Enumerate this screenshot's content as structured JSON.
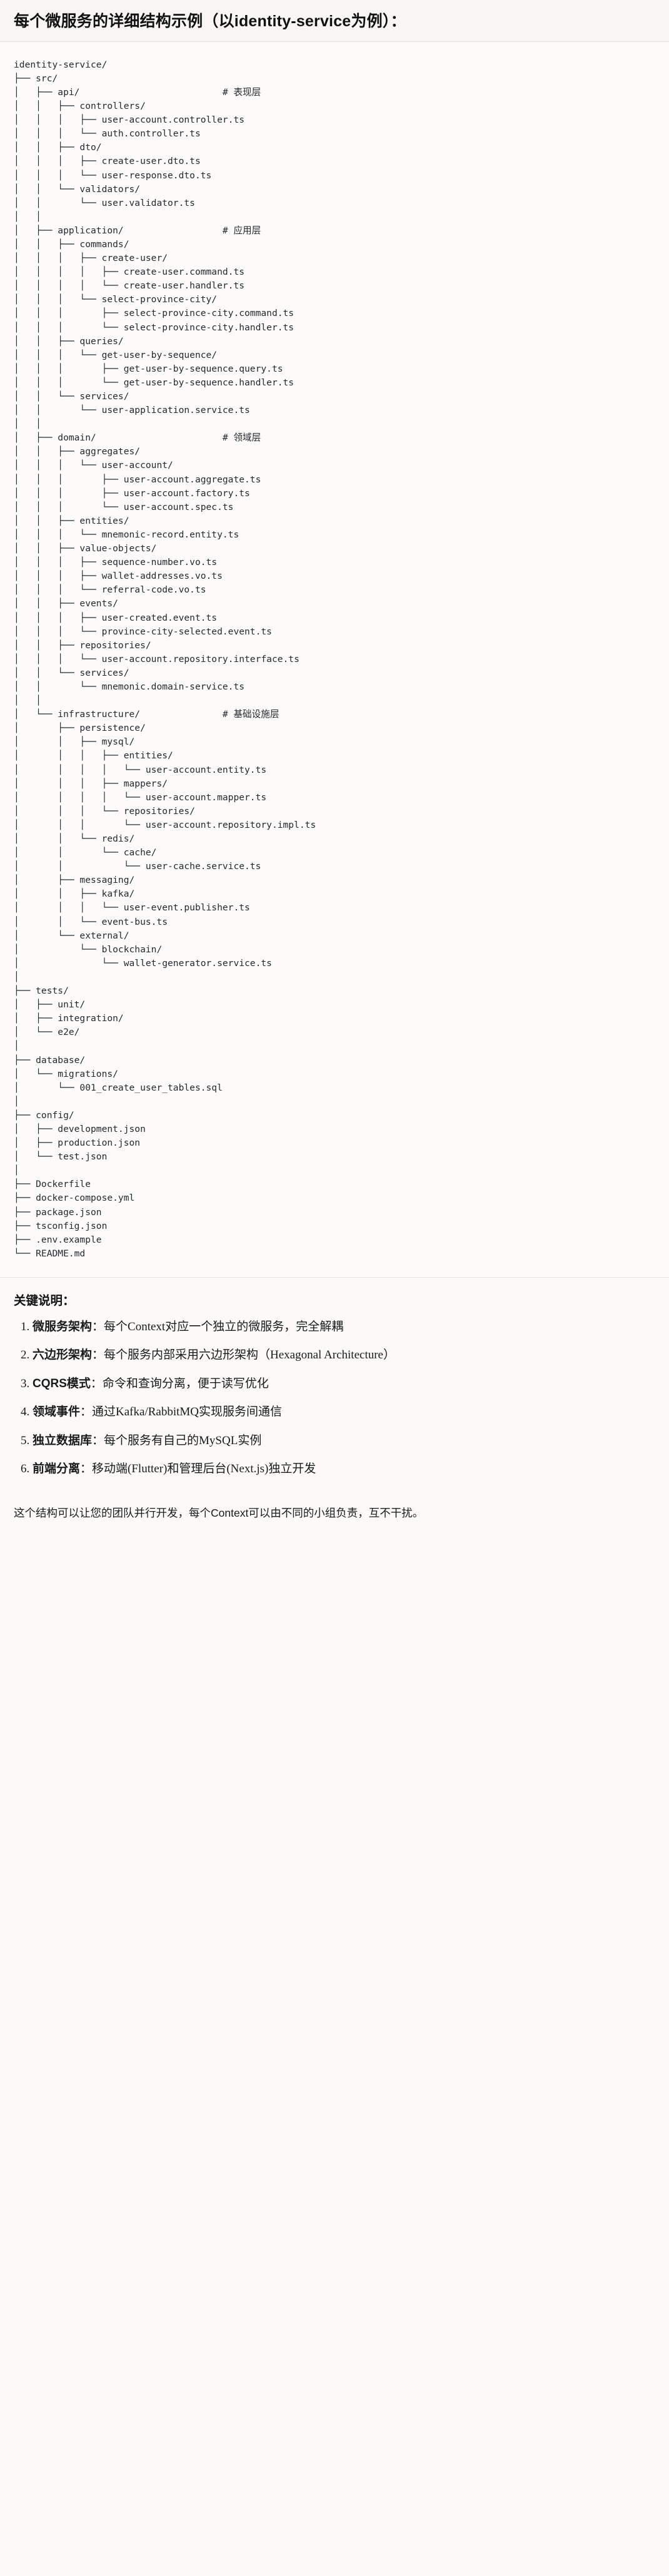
{
  "heading": "每个微服务的详细结构示例（以identity-service为例）：",
  "tree": {
    "root": "identity-service/",
    "lines": [
      {
        "prefix": "",
        "name": "identity-service/",
        "comment": ""
      },
      {
        "prefix": "├── ",
        "name": "src/",
        "comment": ""
      },
      {
        "prefix": "│   ├── ",
        "name": "api/",
        "comment": "# 表现层"
      },
      {
        "prefix": "│   │   ├── ",
        "name": "controllers/",
        "comment": ""
      },
      {
        "prefix": "│   │   │   ├── ",
        "name": "user-account.controller.ts",
        "comment": ""
      },
      {
        "prefix": "│   │   │   └── ",
        "name": "auth.controller.ts",
        "comment": ""
      },
      {
        "prefix": "│   │   ├── ",
        "name": "dto/",
        "comment": ""
      },
      {
        "prefix": "│   │   │   ├── ",
        "name": "create-user.dto.ts",
        "comment": ""
      },
      {
        "prefix": "│   │   │   └── ",
        "name": "user-response.dto.ts",
        "comment": ""
      },
      {
        "prefix": "│   │   └── ",
        "name": "validators/",
        "comment": ""
      },
      {
        "prefix": "│   │       └── ",
        "name": "user.validator.ts",
        "comment": ""
      },
      {
        "prefix": "│   │",
        "name": "",
        "comment": ""
      },
      {
        "prefix": "│   ├── ",
        "name": "application/",
        "comment": "# 应用层"
      },
      {
        "prefix": "│   │   ├── ",
        "name": "commands/",
        "comment": ""
      },
      {
        "prefix": "│   │   │   ├── ",
        "name": "create-user/",
        "comment": ""
      },
      {
        "prefix": "│   │   │   │   ├── ",
        "name": "create-user.command.ts",
        "comment": ""
      },
      {
        "prefix": "│   │   │   │   └── ",
        "name": "create-user.handler.ts",
        "comment": ""
      },
      {
        "prefix": "│   │   │   └── ",
        "name": "select-province-city/",
        "comment": ""
      },
      {
        "prefix": "│   │   │       ├── ",
        "name": "select-province-city.command.ts",
        "comment": ""
      },
      {
        "prefix": "│   │   │       └── ",
        "name": "select-province-city.handler.ts",
        "comment": ""
      },
      {
        "prefix": "│   │   ├── ",
        "name": "queries/",
        "comment": ""
      },
      {
        "prefix": "│   │   │   └── ",
        "name": "get-user-by-sequence/",
        "comment": ""
      },
      {
        "prefix": "│   │   │       ├── ",
        "name": "get-user-by-sequence.query.ts",
        "comment": ""
      },
      {
        "prefix": "│   │   │       └── ",
        "name": "get-user-by-sequence.handler.ts",
        "comment": ""
      },
      {
        "prefix": "│   │   └── ",
        "name": "services/",
        "comment": ""
      },
      {
        "prefix": "│   │       └── ",
        "name": "user-application.service.ts",
        "comment": ""
      },
      {
        "prefix": "│   │",
        "name": "",
        "comment": ""
      },
      {
        "prefix": "│   ├── ",
        "name": "domain/",
        "comment": "# 领域层"
      },
      {
        "prefix": "│   │   ├── ",
        "name": "aggregates/",
        "comment": ""
      },
      {
        "prefix": "│   │   │   └── ",
        "name": "user-account/",
        "comment": ""
      },
      {
        "prefix": "│   │   │       ├── ",
        "name": "user-account.aggregate.ts",
        "comment": ""
      },
      {
        "prefix": "│   │   │       ├── ",
        "name": "user-account.factory.ts",
        "comment": ""
      },
      {
        "prefix": "│   │   │       └── ",
        "name": "user-account.spec.ts",
        "comment": ""
      },
      {
        "prefix": "│   │   ├── ",
        "name": "entities/",
        "comment": ""
      },
      {
        "prefix": "│   │   │   └── ",
        "name": "mnemonic-record.entity.ts",
        "comment": ""
      },
      {
        "prefix": "│   │   ├── ",
        "name": "value-objects/",
        "comment": ""
      },
      {
        "prefix": "│   │   │   ├── ",
        "name": "sequence-number.vo.ts",
        "comment": ""
      },
      {
        "prefix": "│   │   │   ├── ",
        "name": "wallet-addresses.vo.ts",
        "comment": ""
      },
      {
        "prefix": "│   │   │   └── ",
        "name": "referral-code.vo.ts",
        "comment": ""
      },
      {
        "prefix": "│   │   ├── ",
        "name": "events/",
        "comment": ""
      },
      {
        "prefix": "│   │   │   ├── ",
        "name": "user-created.event.ts",
        "comment": ""
      },
      {
        "prefix": "│   │   │   └── ",
        "name": "province-city-selected.event.ts",
        "comment": ""
      },
      {
        "prefix": "│   │   ├── ",
        "name": "repositories/",
        "comment": ""
      },
      {
        "prefix": "│   │   │   └── ",
        "name": "user-account.repository.interface.ts",
        "comment": ""
      },
      {
        "prefix": "│   │   └── ",
        "name": "services/",
        "comment": ""
      },
      {
        "prefix": "│   │       └── ",
        "name": "mnemonic.domain-service.ts",
        "comment": ""
      },
      {
        "prefix": "│   │",
        "name": "",
        "comment": ""
      },
      {
        "prefix": "│   └── ",
        "name": "infrastructure/",
        "comment": "# 基础设施层"
      },
      {
        "prefix": "│       ├── ",
        "name": "persistence/",
        "comment": ""
      },
      {
        "prefix": "│       │   ├── ",
        "name": "mysql/",
        "comment": ""
      },
      {
        "prefix": "│       │   │   ├── ",
        "name": "entities/",
        "comment": ""
      },
      {
        "prefix": "│       │   │   │   └── ",
        "name": "user-account.entity.ts",
        "comment": ""
      },
      {
        "prefix": "│       │   │   ├── ",
        "name": "mappers/",
        "comment": ""
      },
      {
        "prefix": "│       │   │   │   └── ",
        "name": "user-account.mapper.ts",
        "comment": ""
      },
      {
        "prefix": "│       │   │   └── ",
        "name": "repositories/",
        "comment": ""
      },
      {
        "prefix": "│       │   │       └── ",
        "name": "user-account.repository.impl.ts",
        "comment": ""
      },
      {
        "prefix": "│       │   └── ",
        "name": "redis/",
        "comment": ""
      },
      {
        "prefix": "│       │       └── ",
        "name": "cache/",
        "comment": ""
      },
      {
        "prefix": "│       │           └── ",
        "name": "user-cache.service.ts",
        "comment": ""
      },
      {
        "prefix": "│       ├── ",
        "name": "messaging/",
        "comment": ""
      },
      {
        "prefix": "│       │   ├── ",
        "name": "kafka/",
        "comment": ""
      },
      {
        "prefix": "│       │   │   └── ",
        "name": "user-event.publisher.ts",
        "comment": ""
      },
      {
        "prefix": "│       │   └── ",
        "name": "event-bus.ts",
        "comment": ""
      },
      {
        "prefix": "│       └── ",
        "name": "external/",
        "comment": ""
      },
      {
        "prefix": "│           └── ",
        "name": "blockchain/",
        "comment": ""
      },
      {
        "prefix": "│               └── ",
        "name": "wallet-generator.service.ts",
        "comment": ""
      },
      {
        "prefix": "│",
        "name": "",
        "comment": ""
      },
      {
        "prefix": "├── ",
        "name": "tests/",
        "comment": ""
      },
      {
        "prefix": "│   ├── ",
        "name": "unit/",
        "comment": ""
      },
      {
        "prefix": "│   ├── ",
        "name": "integration/",
        "comment": ""
      },
      {
        "prefix": "│   └── ",
        "name": "e2e/",
        "comment": ""
      },
      {
        "prefix": "│",
        "name": "",
        "comment": ""
      },
      {
        "prefix": "├── ",
        "name": "database/",
        "comment": ""
      },
      {
        "prefix": "│   └── ",
        "name": "migrations/",
        "comment": ""
      },
      {
        "prefix": "│       └── ",
        "name": "001_create_user_tables.sql",
        "comment": ""
      },
      {
        "prefix": "│",
        "name": "",
        "comment": ""
      },
      {
        "prefix": "├── ",
        "name": "config/",
        "comment": ""
      },
      {
        "prefix": "│   ├── ",
        "name": "development.json",
        "comment": ""
      },
      {
        "prefix": "│   ├── ",
        "name": "production.json",
        "comment": ""
      },
      {
        "prefix": "│   └── ",
        "name": "test.json",
        "comment": ""
      },
      {
        "prefix": "│",
        "name": "",
        "comment": ""
      },
      {
        "prefix": "├── ",
        "name": "Dockerfile",
        "comment": ""
      },
      {
        "prefix": "├── ",
        "name": "docker-compose.yml",
        "comment": ""
      },
      {
        "prefix": "├── ",
        "name": "package.json",
        "comment": ""
      },
      {
        "prefix": "├── ",
        "name": "tsconfig.json",
        "comment": ""
      },
      {
        "prefix": "├── ",
        "name": ".env.example",
        "comment": ""
      },
      {
        "prefix": "└── ",
        "name": "README.md",
        "comment": ""
      }
    ],
    "comment_column": 38
  },
  "keys": {
    "title": "关键说明：",
    "items": [
      {
        "term": "微服务架构",
        "sep": "：",
        "desc": "每个Context对应一个独立的微服务，完全解耦"
      },
      {
        "term": "六边形架构",
        "sep": "：",
        "desc": "每个服务内部采用六边形架构（Hexagonal Architecture）"
      },
      {
        "term": "CQRS模式",
        "sep": "：",
        "desc": "命令和查询分离，便于读写优化"
      },
      {
        "term": "领域事件",
        "sep": "：",
        "desc": "通过Kafka/RabbitMQ实现服务间通信"
      },
      {
        "term": "独立数据库",
        "sep": "：",
        "desc": "每个服务有自己的MySQL实例"
      },
      {
        "term": "前端分离",
        "sep": "：",
        "desc": "移动端(Flutter)和管理后台(Next.js)独立开发"
      }
    ]
  },
  "closing": "这个结构可以让您的团队并行开发，每个Context可以由不同的小组负责，互不干扰。"
}
